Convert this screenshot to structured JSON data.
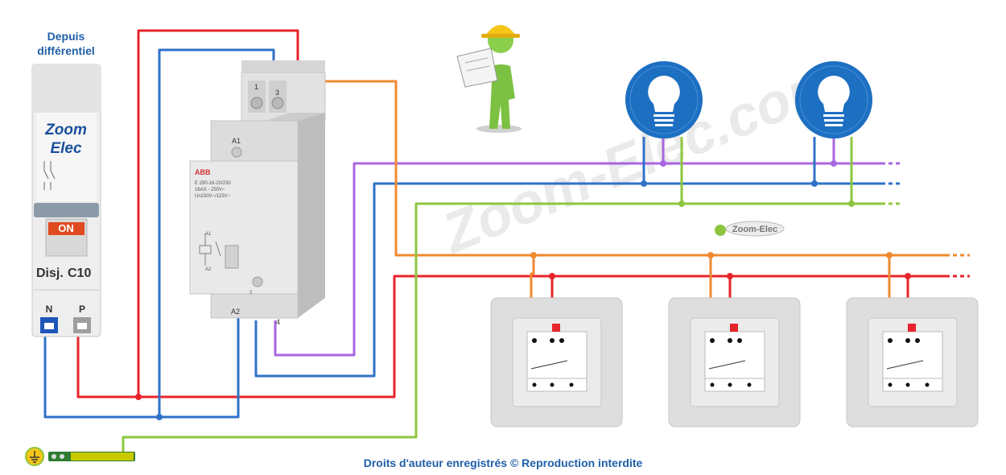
{
  "title": {
    "line1": "Depuis",
    "line2": "différentiel"
  },
  "breaker": {
    "brand_line1": "Zoom",
    "brand_line2": "Elec",
    "state": "ON",
    "label_prefix": "Disj.",
    "label_rating": "C10",
    "terminal_n": "N",
    "terminal_p": "P"
  },
  "relay": {
    "brand": "ABB",
    "term1": "1",
    "term3": "3",
    "a1": "A1",
    "a2": "A2",
    "term2": "2",
    "term4": "4",
    "model": "E 290-16-20/230",
    "rating": "16AX - 250V~",
    "coil": "Un230V~/115V~"
  },
  "watermark": "Zoom-Elec.com",
  "logo": "Zoom-Elec",
  "copyright": "Droits d'auteur enregistrés © Reproduction interdite",
  "colors": {
    "phase": "#e8242b",
    "neutral": "#2f72c8",
    "earth": "#8ec63f",
    "lamp_return": "#a866e0",
    "pushbutton_return": "#f08a30",
    "lamp_blue": "#1d6fc2"
  }
}
